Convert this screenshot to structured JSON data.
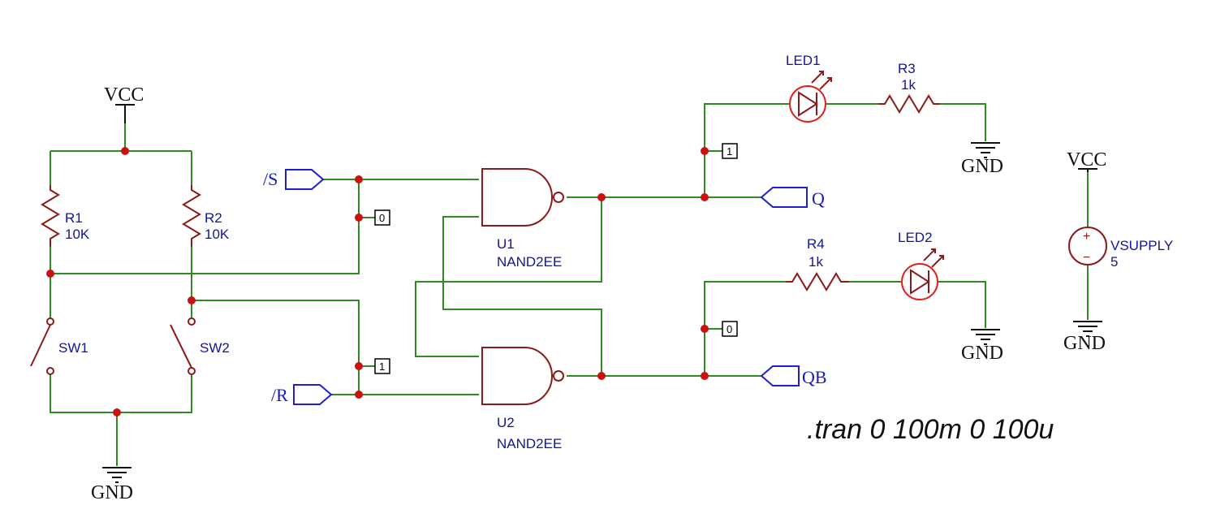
{
  "power": {
    "vcc_left": "VCC",
    "vcc_right": "VCC",
    "gnd_switches": "GND",
    "gnd_led1": "GND",
    "gnd_led2": "GND",
    "gnd_supply": "GND"
  },
  "ports": {
    "set_in": "/S",
    "reset_in": "/R",
    "q_out": "Q",
    "qb_out": "QB"
  },
  "components": {
    "r1": {
      "ref": "R1",
      "value": "10K"
    },
    "r2": {
      "ref": "R2",
      "value": "10K"
    },
    "r3": {
      "ref": "R3",
      "value": "1k"
    },
    "r4": {
      "ref": "R4",
      "value": "1k"
    },
    "sw1": {
      "ref": "SW1"
    },
    "sw2": {
      "ref": "SW2"
    },
    "u1": {
      "ref": "U1",
      "value": "NAND2EE"
    },
    "u2": {
      "ref": "U2",
      "value": "NAND2EE"
    },
    "led1": {
      "ref": "LED1"
    },
    "led2": {
      "ref": "LED2"
    },
    "vsupply": {
      "ref": "VSUPPLY",
      "value": "5",
      "plus": "+",
      "minus": "−"
    }
  },
  "probes": {
    "set_node": "0",
    "reset_node": "1",
    "q_node": "1",
    "qb_node": "0"
  },
  "colors": {
    "wire": "#2e8b1f",
    "component": "#8b1a1a",
    "led": "#e02020",
    "port": "#1f1fd0",
    "junction": "#cc1111"
  },
  "simulation": {
    "directive": ".tran 0 100m 0 100u"
  }
}
